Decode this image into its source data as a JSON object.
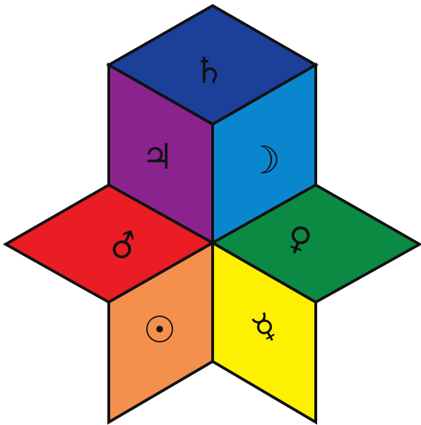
{
  "panels": [
    {
      "id": "saturn",
      "color": "#1c3f9a",
      "symbol": "♄",
      "icon": "saturn-icon"
    },
    {
      "id": "jupiter",
      "color": "#8b238f",
      "symbol": "♃",
      "icon": "jupiter-icon"
    },
    {
      "id": "moon",
      "color": "#0a86cf",
      "symbol": "☽",
      "icon": "moon-icon"
    },
    {
      "id": "mars",
      "color": "#ea1c24",
      "symbol": "♂",
      "icon": "mars-icon"
    },
    {
      "id": "venus",
      "color": "#0a8a42",
      "symbol": "♀",
      "icon": "venus-icon"
    },
    {
      "id": "sun",
      "color": "#f4904e",
      "symbol": "☉",
      "icon": "sun-icon"
    },
    {
      "id": "mercury",
      "color": "#fdf001",
      "symbol": "☿",
      "icon": "mercury-icon"
    }
  ]
}
